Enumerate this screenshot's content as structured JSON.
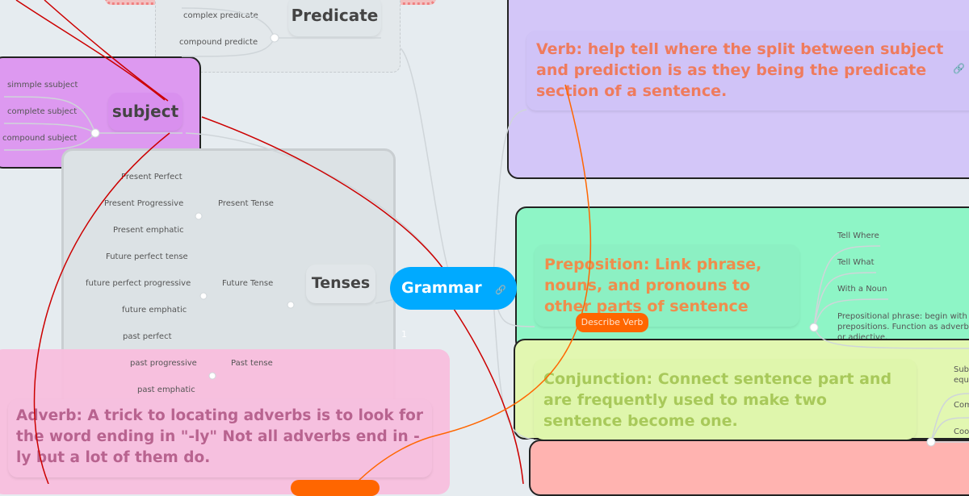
{
  "central": {
    "title": "Grammar",
    "link_count": "1"
  },
  "predicate": {
    "title": "Predicate",
    "items": [
      "complex predicate",
      "compound predicte"
    ]
  },
  "subject": {
    "title": "subject",
    "items": [
      "simmple ssubject",
      "complete subject",
      "compound subject"
    ]
  },
  "tenses": {
    "title": "Tenses",
    "groups": [
      {
        "label": "Present Tense",
        "items": [
          "Present Perfect",
          "Present Progressive",
          "Present emphatic"
        ]
      },
      {
        "label": "Future Tense",
        "items": [
          "Future perfect tense",
          "future perfect progressive",
          "future emphatic"
        ]
      },
      {
        "label": "Past tense",
        "items": [
          "past perfect",
          "past progressive",
          "past emphatic"
        ]
      }
    ]
  },
  "verb": {
    "text": "Verb: help tell where the split between subject and prediction is as they being the predicate section of a sentence.",
    "link_count": "1"
  },
  "preposition": {
    "text": "Preposition: Link phrase, nouns, and pronouns to other parts of sentence",
    "items": [
      "Tell Where",
      "Tell What",
      "With a Noun",
      "Prepositional phrase: begin with prepositions. Function as adverb or adjective."
    ]
  },
  "describe_verb_label": "Describe Verb",
  "conjunction": {
    "text": "Conjunction: Connect sentence part and are frequently used to make two sentence become one.",
    "items": [
      "Subo equa",
      "Com",
      "Coo"
    ]
  },
  "adverb": {
    "text": "Adverb: A trick to locating adverbs is to look for the word ending in \"-ly\" Not all adverbs end in -ly but a lot of them do."
  },
  "colors": {
    "central": "#00aaff",
    "relation": "#cc0000",
    "label": "#ff6600"
  }
}
